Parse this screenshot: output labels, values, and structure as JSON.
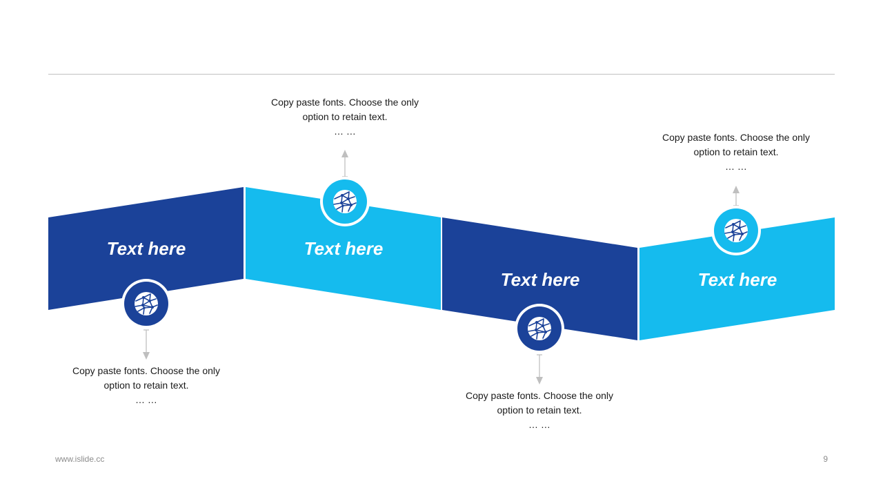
{
  "colors": {
    "dark": "#1B4299",
    "light": "#15BBEE",
    "arrow": "#bfbfbf"
  },
  "segments": [
    {
      "label": "Text here",
      "color": "dark"
    },
    {
      "label": "Text here",
      "color": "light"
    },
    {
      "label": "Text here",
      "color": "dark"
    },
    {
      "label": "Text here",
      "color": "light"
    }
  ],
  "notes": [
    {
      "line1": "Copy paste fonts. Choose the only",
      "line2": "option to retain text.",
      "line3": "… …"
    },
    {
      "line1": "Copy paste fonts. Choose the only",
      "line2": "option to retain text.",
      "line3": "… …"
    },
    {
      "line1": "Copy paste fonts. Choose the only",
      "line2": "option to retain text.",
      "line3": "… …"
    },
    {
      "line1": "Copy paste fonts. Choose the only",
      "line2": "option to retain text.",
      "line3": "… …"
    }
  ],
  "icons": [
    "network-globe-icon",
    "network-globe-icon",
    "network-globe-icon",
    "network-globe-icon"
  ],
  "footer": {
    "url": "www.islide.cc",
    "page": "9"
  }
}
